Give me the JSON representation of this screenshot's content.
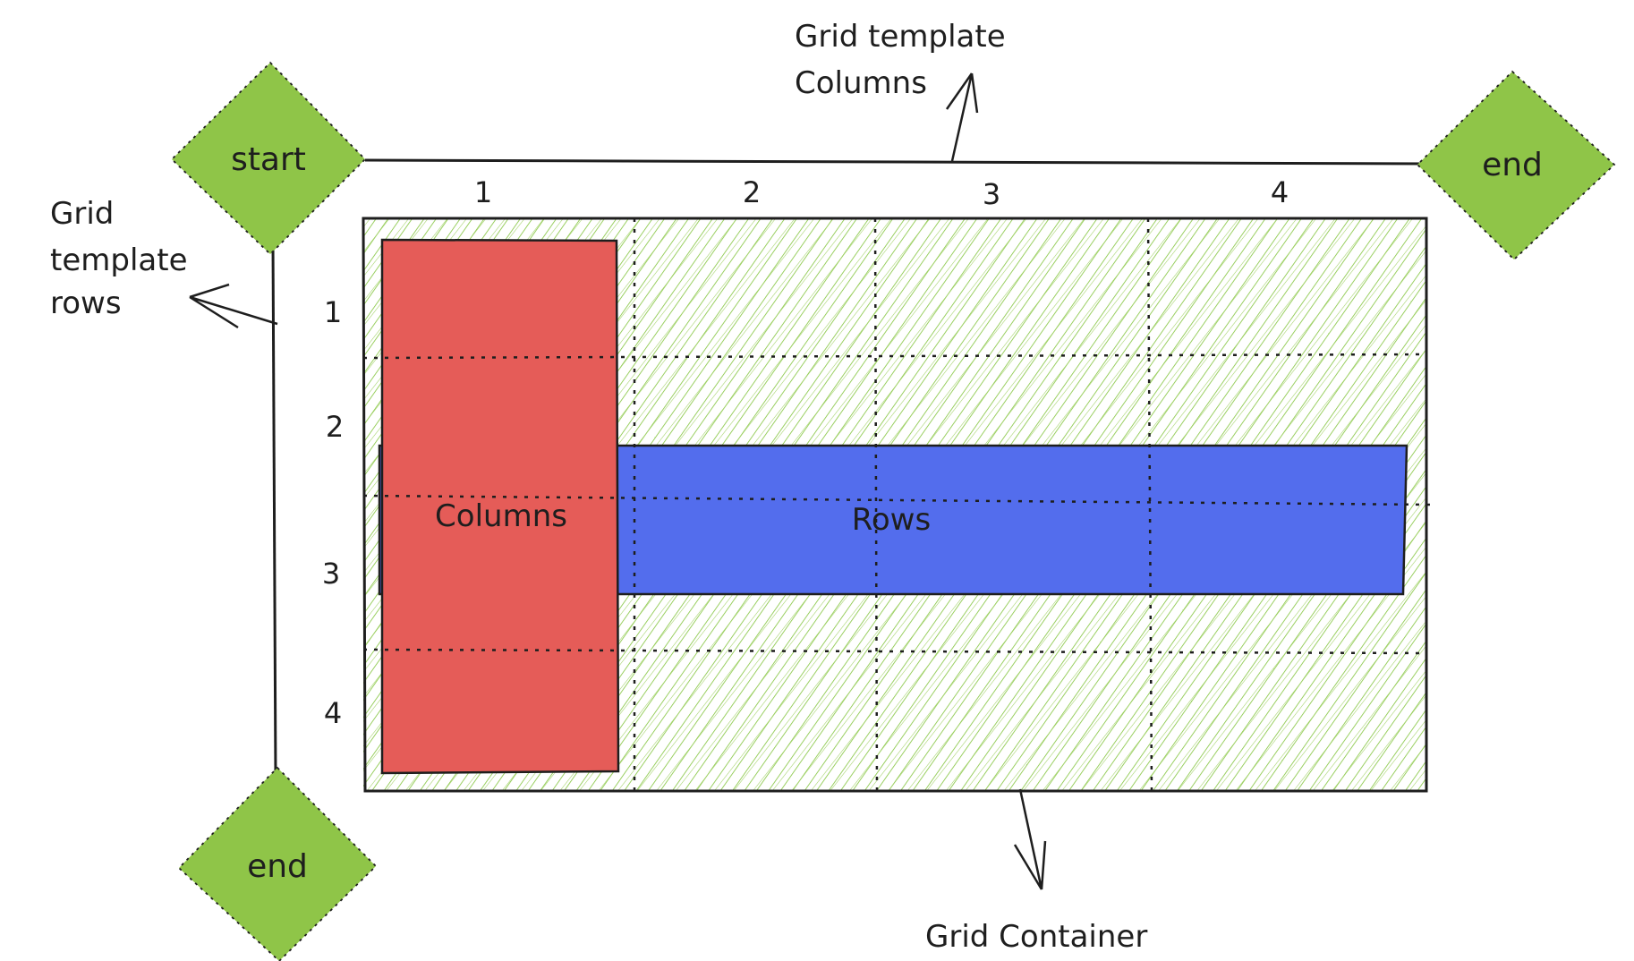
{
  "annotations": {
    "grid_template_columns": [
      "Grid template",
      "Columns"
    ],
    "grid_template_rows": [
      "Grid",
      "template",
      "rows"
    ],
    "grid_container": "Grid Container"
  },
  "markers": {
    "start": "start",
    "end_top_right": "end",
    "end_bottom_left": "end"
  },
  "column_numbers": [
    "1",
    "2",
    "3",
    "4"
  ],
  "row_numbers": [
    "1",
    "2",
    "3",
    "4"
  ],
  "areas": {
    "columns": "Columns",
    "rows": "Rows"
  },
  "colors": {
    "container_hatch": "#82c43c",
    "marker_fill": "#8fc548",
    "columns_fill": "#e55c58",
    "rows_fill": "#536ded",
    "stroke": "#1e1e1e"
  }
}
